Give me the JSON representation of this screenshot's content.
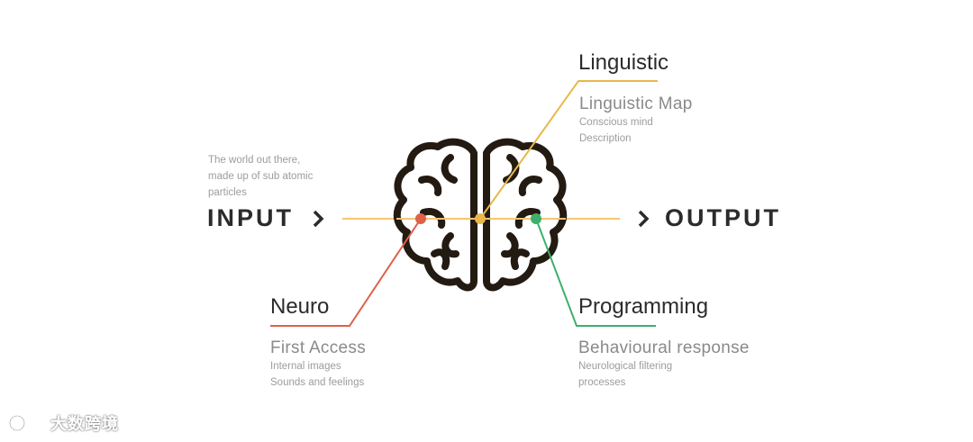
{
  "input": {
    "label": "INPUT",
    "arrow": "chevron-right-icon",
    "note_lines": [
      "The world out there,",
      "made up of sub atomic",
      "particles"
    ]
  },
  "output": {
    "label": "OUTPUT",
    "arrow": "chevron-right-icon"
  },
  "linguistic": {
    "title": "Linguistic",
    "subtitle": "Linguistic Map",
    "lines": [
      "Conscious mind",
      "Description"
    ],
    "color": "#e8b84a"
  },
  "neuro": {
    "title": "Neuro",
    "subtitle": "First Access",
    "lines": [
      "Internal images",
      "Sounds and feelings"
    ],
    "color": "#e0604a"
  },
  "programming": {
    "title": "Programming",
    "subtitle": "Behavioural response",
    "lines": [
      "Neurological filtering",
      "processes"
    ],
    "color": "#3db06a"
  },
  "axis_color": "#f2c572",
  "brain_icon": "brain-icon",
  "watermark": {
    "text": "大数跨境",
    "icon": "logo-icon"
  }
}
